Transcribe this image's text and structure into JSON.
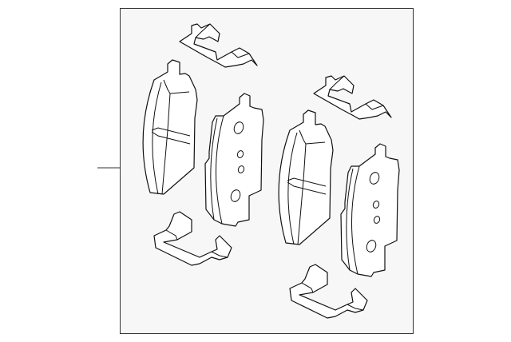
{
  "diagram": {
    "colors": {
      "frame_fill": "#f7f7f7",
      "frame_stroke": "#333333",
      "line": "#111111"
    },
    "parts": [
      {
        "name": "outer-brake-pad",
        "count": 2
      },
      {
        "name": "inner-brake-pad",
        "count": 2
      },
      {
        "name": "upper-pad-clip",
        "count": 2
      },
      {
        "name": "lower-pad-clip",
        "count": 2
      }
    ]
  }
}
